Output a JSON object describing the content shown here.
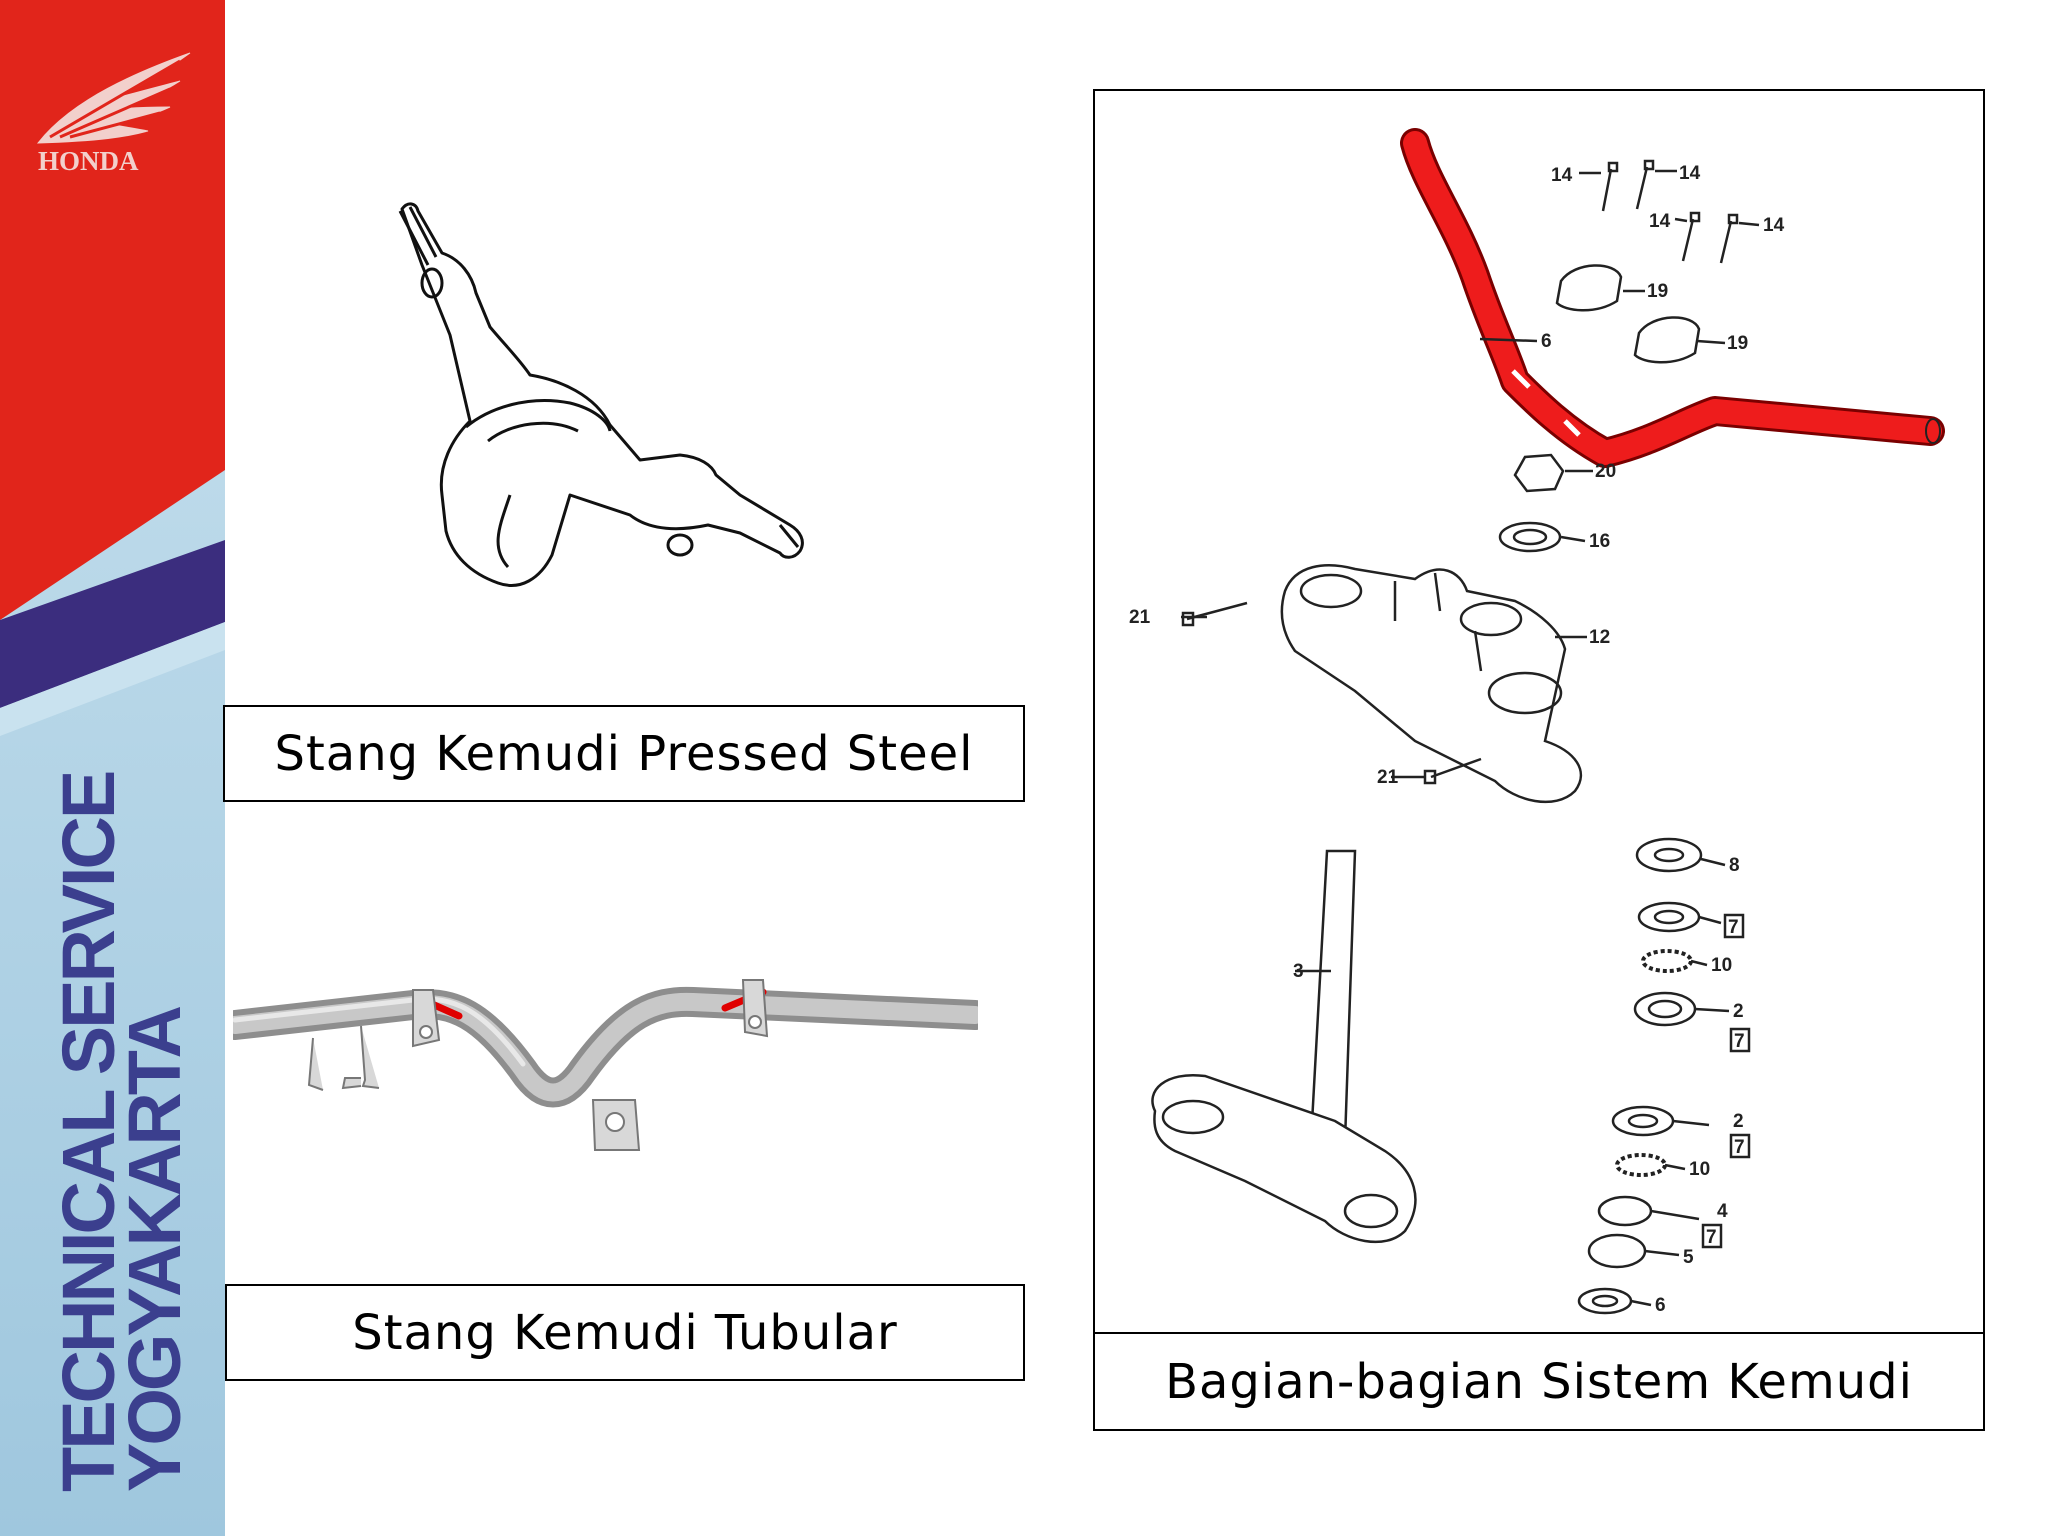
{
  "brand": {
    "logo_text": "HONDA",
    "sidebar_line1": "TECHNICAL SERVICE",
    "sidebar_line2": "YOGYAKARTA",
    "colors": {
      "red": "#e1251b",
      "navy": "#3b2d7e",
      "light_blue": "#bcd9ea",
      "text_blue": "#3b3f8e",
      "handlebar_red": "#ee1c1c"
    }
  },
  "figures": [
    {
      "caption": "Stang Kemudi Pressed Steel"
    },
    {
      "caption": "Stang Kemudi Tubular"
    },
    {
      "caption": "Bagian-bagian Sistem Kemudi"
    }
  ],
  "parts_diagram": {
    "labels": [
      "14",
      "14",
      "14",
      "14",
      "19",
      "19",
      "6",
      "20",
      "16",
      "21",
      "12",
      "21",
      "8",
      "7",
      "10",
      "2",
      "7",
      "3",
      "2",
      "7",
      "10",
      "4",
      "7",
      "5",
      "6"
    ]
  }
}
